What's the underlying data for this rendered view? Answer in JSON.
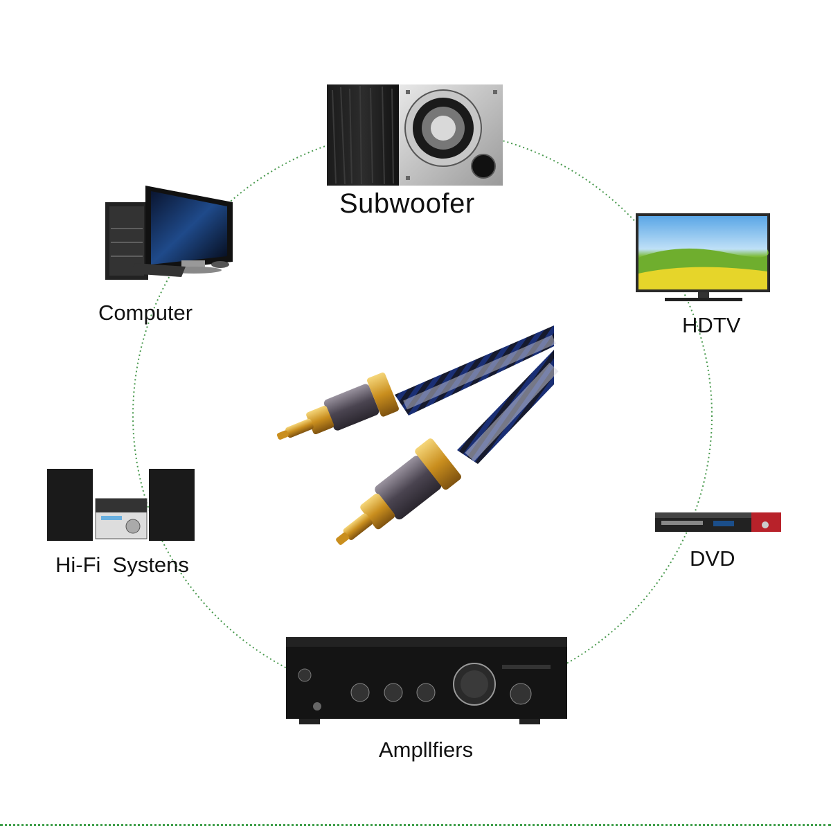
{
  "devices": {
    "subwoofer": {
      "label": "Subwoofer",
      "icon": "subwoofer-icon"
    },
    "computer": {
      "label": "Computer",
      "icon": "computer-icon"
    },
    "hdtv": {
      "label": "HDTV",
      "icon": "hdtv-icon"
    },
    "hifi": {
      "label": "Hi-Fi  Systens",
      "icon": "hifi-system-icon"
    },
    "dvd": {
      "label": "DVD",
      "icon": "dvd-player-icon"
    },
    "amplifier": {
      "label": "Ampllfiers",
      "icon": "amplifier-icon"
    }
  },
  "center": {
    "icon": "rca-cable-icon"
  },
  "colors": {
    "ring": "#4a9a4f",
    "cable_jacket": "#1a1f3d",
    "cable_braid": "#1d3fae",
    "connector_gold": "#d7a431",
    "connector_body": "#5a5460"
  }
}
